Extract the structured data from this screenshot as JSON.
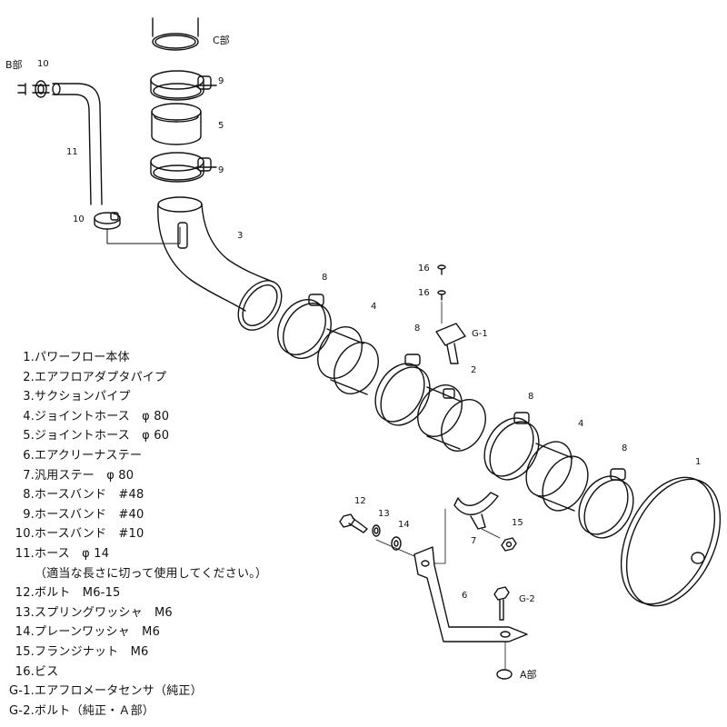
{
  "callouts": {
    "c_part": "C部",
    "b_part": "B部",
    "a_part": "A部",
    "n1": "1",
    "n2": "2",
    "n3": "3",
    "n4a": "4",
    "n4b": "4",
    "n5": "5",
    "n6": "6",
    "n7": "7",
    "n8a": "8",
    "n8b": "8",
    "n8c": "8",
    "n8d": "8",
    "n9a": "9",
    "n9b": "9",
    "n10a": "10",
    "n10b": "10",
    "n11": "11",
    "n12": "12",
    "n13": "13",
    "n14": "14",
    "n15": "15",
    "n16a": "16",
    "n16b": "16",
    "g1": "G-1",
    "g2": "G-2"
  },
  "parts_list": [
    {
      "num": "1.",
      "text": "パワーフロー本体"
    },
    {
      "num": "2.",
      "text": "エアフロアダプタパイプ"
    },
    {
      "num": "3.",
      "text": "サクションパイプ"
    },
    {
      "num": "4.",
      "text": "ジョイントホース　φ 80"
    },
    {
      "num": "5.",
      "text": "ジョイントホース　φ 60"
    },
    {
      "num": "6.",
      "text": "エアクリーナステー"
    },
    {
      "num": "7.",
      "text": "汎用ステー　φ 80"
    },
    {
      "num": "8.",
      "text": "ホースバンド　#48"
    },
    {
      "num": "9.",
      "text": "ホースバンド　#40"
    },
    {
      "num": "10.",
      "text": "ホースバンド　#10"
    },
    {
      "num": "11.",
      "text": "ホース　φ 14"
    },
    {
      "num": "",
      "text": "（適当な長さに切って使用してください。）"
    },
    {
      "num": "12.",
      "text": "ボルト　M6-15"
    },
    {
      "num": "13.",
      "text": "スプリングワッシャ　M6"
    },
    {
      "num": "14.",
      "text": "プレーンワッシャ　M6"
    },
    {
      "num": "15.",
      "text": "フランジナット　M6"
    },
    {
      "num": "16.",
      "text": "ビス"
    },
    {
      "num": "G-1.",
      "text": "エアフロメータセンサ（純正）"
    },
    {
      "num": "G-2.",
      "text": "ボルト（純正・Ａ部）"
    }
  ]
}
